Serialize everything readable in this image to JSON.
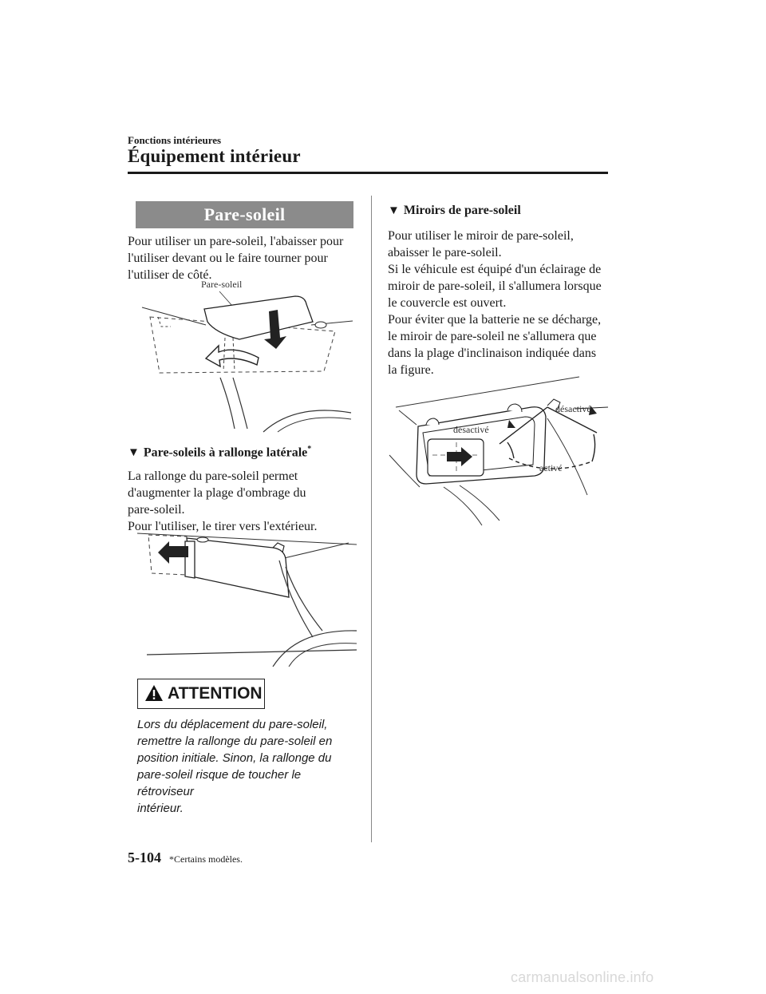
{
  "header": {
    "section": "Fonctions intérieures",
    "chapter": "Équipement intérieur"
  },
  "left": {
    "banner": "Pare-soleil",
    "intro": [
      "Pour utiliser un pare-soleil, l'abaisser pour",
      "l'utiliser devant ou le faire tourner pour",
      "l'utiliser de côté."
    ],
    "fig1_label": "Pare-soleil",
    "sub_heading": "Pare-soleils à rallonge latérale",
    "sub_heading_mark": "*",
    "sub_text": [
      "La rallonge du pare-soleil permet",
      "d'augmenter la plage d'ombrage du",
      "pare-soleil.",
      "Pour l'utiliser, le tirer vers l'extérieur."
    ],
    "attention_label": "ATTENTION",
    "attention_text": [
      "Lors du déplacement du pare-soleil,",
      "remettre la rallonge du pare-soleil en",
      "position initiale. Sinon, la rallonge du",
      "pare-soleil risque de toucher le rétroviseur",
      "intérieur."
    ]
  },
  "right": {
    "heading": "Miroirs de pare-soleil",
    "text": [
      "Pour utiliser le miroir de pare-soleil,",
      "abaisser le pare-soleil.",
      "Si le véhicule est équipé d'un éclairage de",
      "miroir de pare-soleil, il s'allumera lorsque",
      "le couvercle est ouvert.",
      "Pour éviter que la batterie ne se décharge,",
      "le miroir de pare-soleil ne s'allumera que",
      "dans la plage d'inclinaison indiquée dans",
      "la figure."
    ],
    "fig_label_off1": "désactivé",
    "fig_label_off2": "désactivé",
    "fig_label_on": "activé"
  },
  "footer": {
    "page": "5-104",
    "note": "*Certains modèles.",
    "watermark": "carmanualsonline.info"
  }
}
